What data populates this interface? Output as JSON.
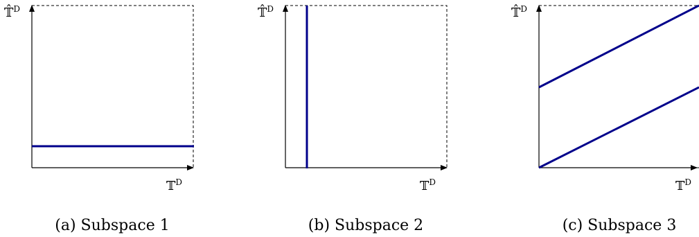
{
  "panels": [
    {
      "caption": "(a) Subspace 1",
      "x_axis_label": "𝕋",
      "x_axis_sup": "D",
      "y_axis_label": "𝕋̂",
      "y_axis_sup": "D"
    },
    {
      "caption": "(b) Subspace 2",
      "x_axis_label": "𝕋",
      "x_axis_sup": "D",
      "y_axis_label": "𝕋̂",
      "y_axis_sup": "D"
    },
    {
      "caption": "(c) Subspace 3",
      "x_axis_label": "𝕋",
      "x_axis_sup": "D",
      "y_axis_label": "𝕋̂",
      "y_axis_sup": "D"
    }
  ],
  "colors": {
    "line": "#00008b",
    "axis": "#000000"
  }
}
